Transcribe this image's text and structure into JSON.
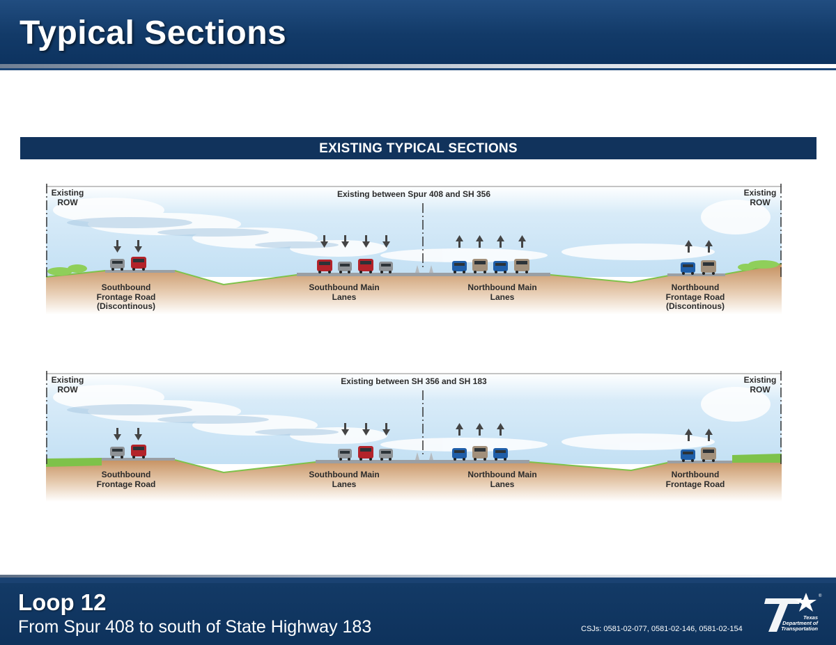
{
  "header": {
    "title": "Typical Sections"
  },
  "banner": {
    "label": "EXISTING TYPICAL SECTIONS"
  },
  "sections": [
    {
      "title": "Existing between Spur 408 and SH 356",
      "row_left": "Existing ROW",
      "row_right": "Existing ROW",
      "sb_frontage": "Southbound Frontage Road (Discontinous)",
      "sb_main": "Southbound Main Lanes",
      "nb_main": "Northbound Main Lanes",
      "nb_frontage": "Northbound Frontage Road (Discontinous)"
    },
    {
      "title": "Existing between SH 356 and SH 183",
      "row_left": "Existing ROW",
      "row_right": "Existing ROW",
      "sb_frontage": "Southbound Frontage Road",
      "sb_main": "Southbound Main Lanes",
      "nb_main": "Northbound Main Lanes",
      "nb_frontage": "Northbound Frontage Road"
    }
  ],
  "footer": {
    "title": "Loop 12",
    "subtitle": "From Spur 408 to south of State Highway 183",
    "csj": "CSJs: 0581-02-077, 0581-02-146, 0581-02-154",
    "logo_text": "Texas Department of Transportation"
  },
  "icons": [
    "down-arrow-icon",
    "up-arrow-icon",
    "car-icon",
    "txdot-logo-icon"
  ],
  "colors": {
    "navy": "#11335c",
    "ground": "#c9986a",
    "grass": "#7ec24a",
    "pavement": "#9a9fa4"
  }
}
